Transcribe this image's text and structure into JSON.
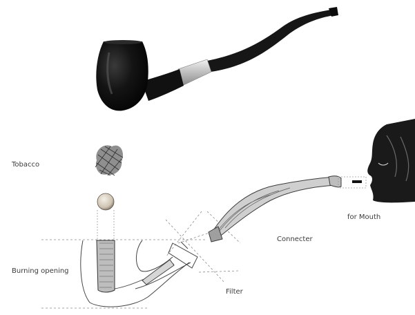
{
  "diagram": {
    "labels": {
      "tobacco": "Tobacco",
      "burning_opening": "Burning opening",
      "filter": "Filter",
      "connecter": "Connecter",
      "for_mouth": "for Mouth"
    },
    "colors": {
      "pipe_photo": "#151515",
      "silver_band": "#c9c9c9",
      "sketch_line": "#444444",
      "dashed_line": "#8a8a8a",
      "silhouette": "#1a1a1a",
      "tobacco_ball": "#d8d0c4"
    }
  }
}
